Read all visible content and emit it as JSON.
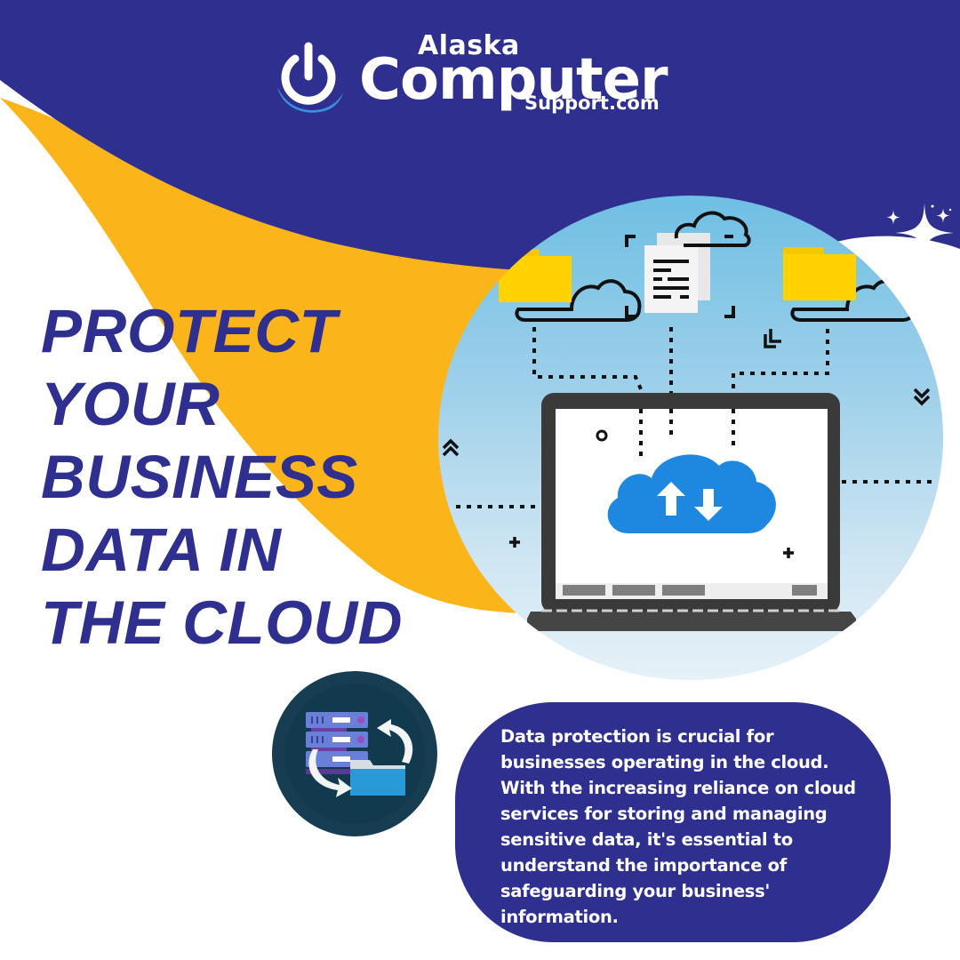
{
  "brand": {
    "name_top": "Alaska",
    "name_main": "Computer",
    "name_sub": "Support.com",
    "icon": "power-icon"
  },
  "headline": {
    "lines": [
      "PROTECT",
      "YOUR",
      "BUSINESS",
      "DATA IN",
      "THE CLOUD"
    ]
  },
  "illustration": {
    "description": "Laptop with cloud upload/download icon connected to folders and documents in the cloud",
    "icons": [
      "folder-cloud-icon",
      "document-icon",
      "cloud-outline-icon",
      "folder-cloud-icon",
      "laptop-icon",
      "cloud-sync-icon",
      "chevrons-up-icon",
      "chevrons-down-icon",
      "plus-icon",
      "sparkle-icon"
    ]
  },
  "badge": {
    "icon": "server-folder-sync-icon"
  },
  "info": {
    "text": "Data protection is crucial for businesses operating in the cloud. With the increasing reliance on cloud services for storing and managing sensitive data, it's essential to understand the importance of safeguarding your business' information."
  },
  "colors": {
    "navy": "#2e2f8f",
    "yellow": "#fbb51b",
    "white": "#ffffff",
    "badge_bg": "#123a4f",
    "cloud_blue": "#1e88e0",
    "folder_yellow": "#ffd200"
  }
}
